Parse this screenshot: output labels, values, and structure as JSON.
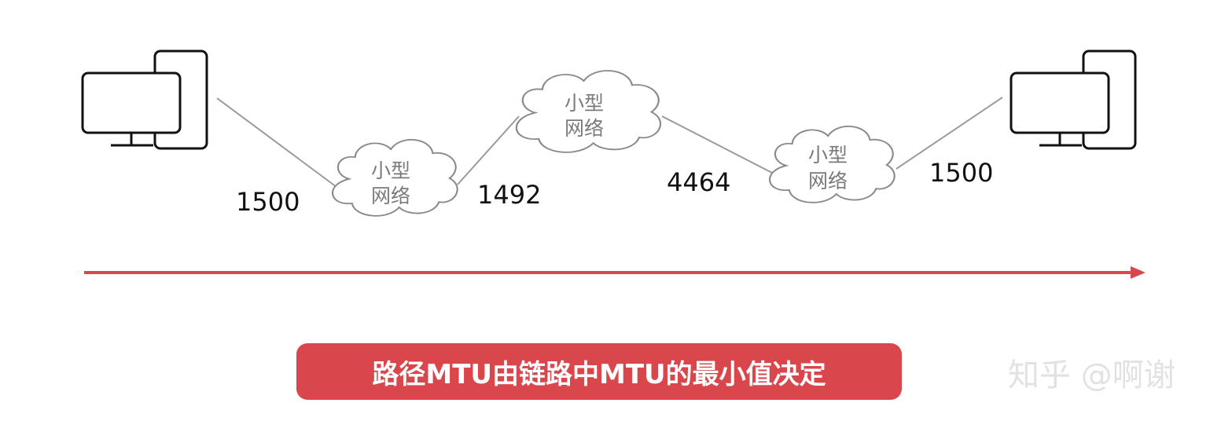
{
  "colors": {
    "accent": "#d9474d",
    "line": "#9a9a9a",
    "outline": "#111111",
    "cloud_stroke": "#8a8a8a"
  },
  "links": [
    {
      "mtu": "1500"
    },
    {
      "mtu": "1492"
    },
    {
      "mtu": "4464"
    },
    {
      "mtu": "1500"
    }
  ],
  "clouds": [
    {
      "line1": "小型",
      "line2": "网络"
    },
    {
      "line1": "小型",
      "line2": "网络"
    },
    {
      "line1": "小型",
      "line2": "网络"
    }
  ],
  "hosts": [
    {
      "icon": "computer-icon"
    },
    {
      "icon": "computer-icon"
    }
  ],
  "arrow": {
    "icon": "arrow-right-icon"
  },
  "banner": {
    "text": "路径MTU由链路中MTU的最小值决定"
  },
  "watermark": {
    "text": "知乎 @啊谢"
  }
}
